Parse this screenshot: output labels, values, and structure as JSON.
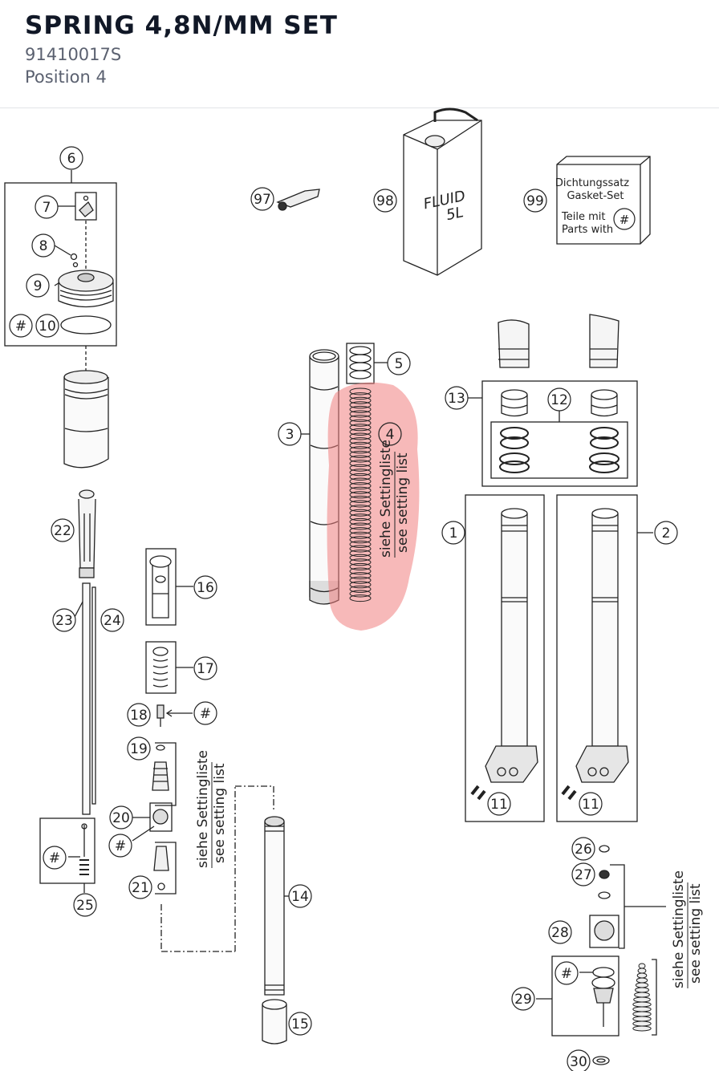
{
  "header": {
    "title": "SPRING 4,8N/MM SET",
    "part_number": "91410017S",
    "position_label": "Position 4"
  },
  "diagram": {
    "highlight_color": "#f08080",
    "callouts": [
      "6",
      "7",
      "8",
      "9",
      "#",
      "10",
      "97",
      "98",
      "99",
      "5",
      "3",
      "4",
      "13",
      "12",
      "1",
      "2",
      "22",
      "16",
      "23",
      "24",
      "17",
      "18",
      "#",
      "19",
      "20",
      "#",
      "#",
      "21",
      "25",
      "14",
      "15",
      "11",
      "11",
      "26",
      "27",
      "28",
      "#",
      "29",
      "30"
    ],
    "fluid_can": {
      "line1": "FLUID",
      "line2": "5L"
    },
    "gasket_box": {
      "line1": "Dichtungssatz",
      "line2": "Gasket-Set",
      "line3": "Teile mit",
      "line4": "Parts with",
      "badge": "#"
    },
    "setting_note": {
      "line1": "siehe Settingliste",
      "line2": "see setting list"
    }
  }
}
